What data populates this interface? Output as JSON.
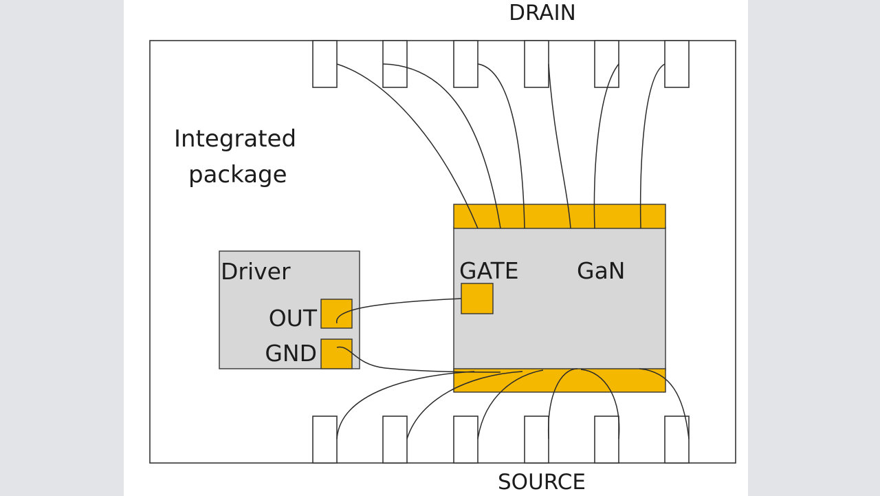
{
  "labels": {
    "drain": "DRAIN",
    "source": "SOURCE",
    "package_line1": "Integrated",
    "package_line2": "package",
    "driver": "Driver",
    "out": "OUT",
    "gnd": "GND",
    "gate": "GATE",
    "gan": "GaN"
  },
  "pins": {
    "drain_count": 6,
    "source_count": 6
  },
  "colors": {
    "background": "#e3e4e8",
    "canvas": "#ffffff",
    "die": "#d7d7d7",
    "pad": "#f5b800",
    "outline": "#333333",
    "wire": "#2a2a2a"
  }
}
